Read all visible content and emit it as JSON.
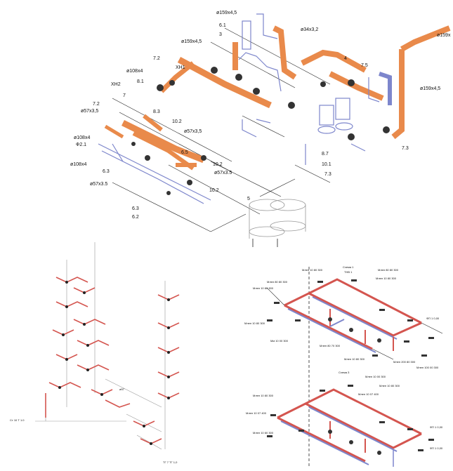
{
  "panel_top": {
    "labels": [
      "ø159x4,5",
      "6.1",
      "3",
      "ø159x4,5",
      "ø34x3,2",
      "ø159x",
      "ХН1",
      "7.2",
      "ø108x4",
      "8.1",
      "7.5",
      "ø159x4,5",
      "ХН2",
      "7.2",
      "ø57x3,5",
      "7",
      "8.3",
      "10.2",
      "ø57x3,5",
      "ø108x4",
      "Ф2.1",
      "ø108x4",
      "6.3",
      "6.5",
      "10.2",
      "ø57x3.5",
      "ø57x3.5",
      "10.2",
      "6.3",
      "6.2",
      "4",
      "8.7",
      "10.1",
      "7.3",
      "7.3",
      "5"
    ]
  },
  "panel_left": {
    "labels": [
      "ø57",
      "Ст 10 Т 1.0",
      "ТГ 7 ТГ 1,0"
    ]
  },
  "panel_right": {
    "labels": [
      "Схема 1",
      "ТНВ 1",
      "Млен 10 80 300",
      "Млен 80 80 300",
      "Млен 80 80 300",
      "Млен 10 80 300",
      "Млен 10 80 300",
      "Млен 10 80 300",
      "Мм 10 00 300",
      "ФП 1 0,00",
      "Млен 80 70 300",
      "Млен 10 80 300",
      "Млен 200 80 300",
      "Млен 100 00 300",
      "Схема 3",
      "Млен 10 00 300",
      "Млен 10 80 300",
      "Млен 10 80 300",
      "Млен 10 07 400",
      "Млен 10 07 400",
      "Млен 10 60 300",
      "ФП 1 0,00",
      "ФП 1 0,00"
    ]
  },
  "colors": {
    "orange_pipe": "#e98a4b",
    "blue_pipe": "#7d86cc",
    "red_pipe": "#d4554f",
    "line": "#222222"
  }
}
